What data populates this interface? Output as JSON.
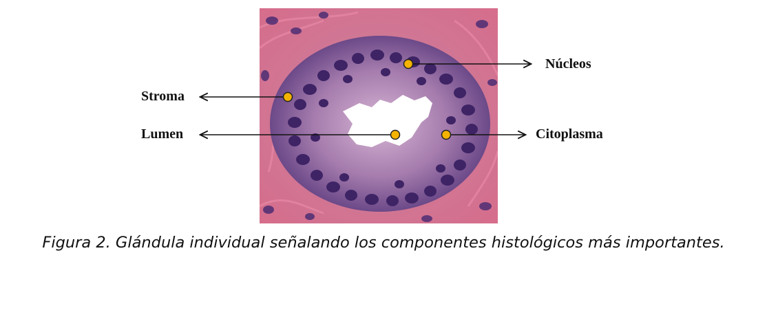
{
  "labels": {
    "nucleos": "Núcleos",
    "stroma": "Stroma",
    "lumen": "Lumen",
    "citoplasma": "Citoplasma"
  },
  "caption": "Figura 2. Glándula individual señalando los componentes histológicos más importantes.",
  "colors": {
    "marker": "#f5b301",
    "marker_outline": "#222222",
    "stroma_pink": "#d9718f",
    "nuclei_purple": "#4a2a6e",
    "cytoplasm": "#b98bb8",
    "lumen": "#ffffff"
  },
  "icons": [
    "arrow-left-icon",
    "arrow-right-icon",
    "marker-dot-icon"
  ]
}
